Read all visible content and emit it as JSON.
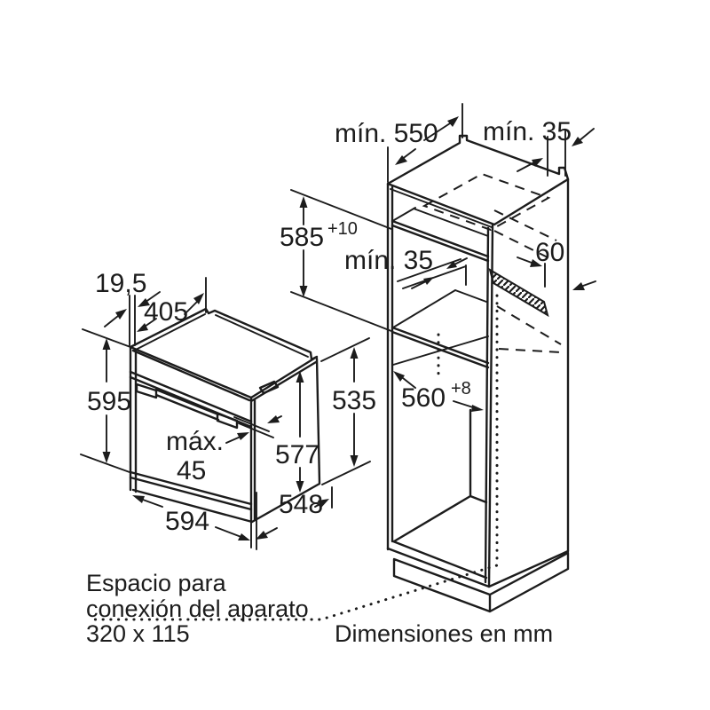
{
  "colors": {
    "line": "#1c1c1c",
    "background": "#ffffff"
  },
  "oven": {
    "front_offset": "19,5",
    "top_depth": "405",
    "total_height": "595",
    "body_height": "535",
    "side_height": "577",
    "door_max_label": "máx.",
    "door_max_value": "45",
    "width": "594",
    "depth": "548"
  },
  "cabinet": {
    "min_depth": "mín. 550",
    "min_wall_gap_top": "mín. 35",
    "niche_height": "585",
    "niche_height_tolerance": "+10",
    "min_shelf_gap": "mín. 35",
    "vent_depth": "60",
    "niche_width": "560",
    "niche_width_tolerance": "+8"
  },
  "notes": {
    "connection_space_line1": "Espacio para",
    "connection_space_line2": "conexión del aparato",
    "connection_space_size": "320 x 115",
    "units_note": "Dimensiones en mm"
  }
}
